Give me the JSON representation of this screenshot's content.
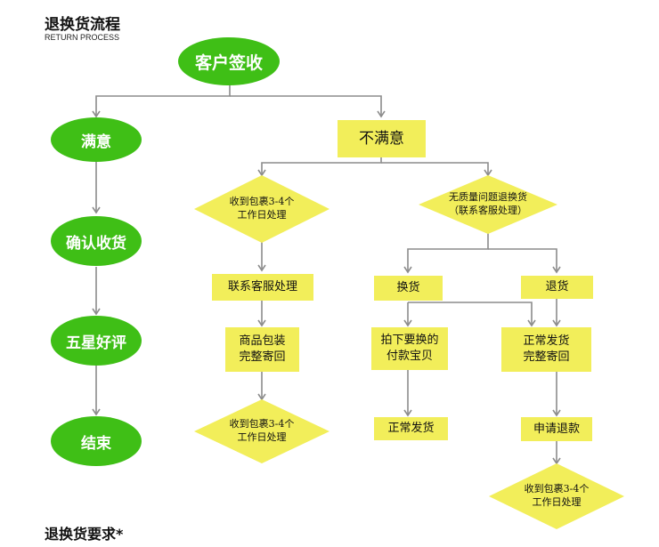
{
  "header": {
    "title": "退换货流程",
    "subtitle": "RETURN PROCESS"
  },
  "footer": {
    "title": "退换货要求*"
  },
  "colors": {
    "green": "#3fbf16",
    "yellow": "#f2ee5a",
    "line": "#8c8c8c"
  },
  "nodes": {
    "sign": "客户签收",
    "satisfied": "满意",
    "confirm": "确认收货",
    "five_star": "五星好评",
    "end": "结束",
    "unsatisfied": "不满意",
    "receive_pkg_1": "收到包裹3-4个\n工作日处理",
    "no_quality": "无质量问题退换货\n（联系客服处理）",
    "contact_service": "联系客服处理",
    "pack_return": "商品包装\n完整寄回",
    "receive_pkg_2": "收到包裹3-4个\n工作日处理",
    "exchange": "换货",
    "return": "退货",
    "order_exchange": "拍下要换的\n付款宝贝",
    "normal_ship_return": "正常发货\n完整寄回",
    "normal_ship": "正常发货",
    "apply_refund": "申请退款",
    "receive_pkg_3": "收到包裹3-4个\n工作日处理"
  }
}
